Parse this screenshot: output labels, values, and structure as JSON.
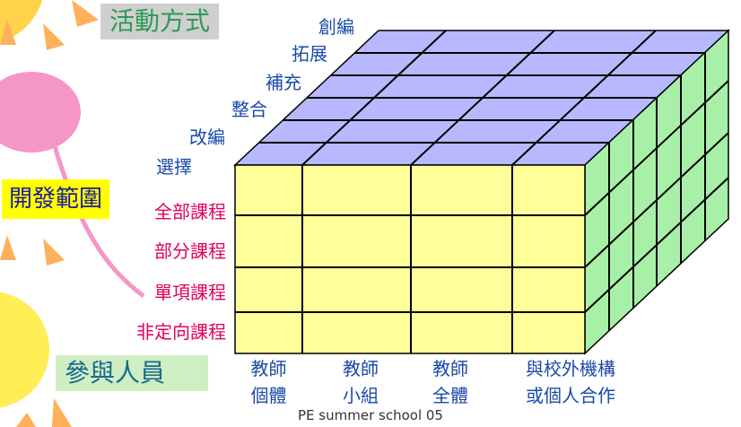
{
  "titles": {
    "activity": "活動方式",
    "scope": "開發範圍",
    "people": "參與人員"
  },
  "activities": [
    "選擇",
    "改編",
    "整合",
    "補充",
    "拓展",
    "創編"
  ],
  "scopes": [
    "全部課程",
    "部分課程",
    "單項課程",
    "非定向課程"
  ],
  "people": [
    {
      "line1": "教師",
      "line2": "個體"
    },
    {
      "line1": "教師",
      "line2": "小組"
    },
    {
      "line1": "教師",
      "line2": "全體"
    },
    {
      "line1": "與校外機構",
      "line2": "或個人合作"
    }
  ],
  "footer": "PE summer school 05",
  "colors": {
    "front": "#ffff99",
    "top": "#b8b8ff",
    "side": "#a8f0a8",
    "scope_text": "#e00060",
    "activity_text": "#1a4aa8"
  }
}
